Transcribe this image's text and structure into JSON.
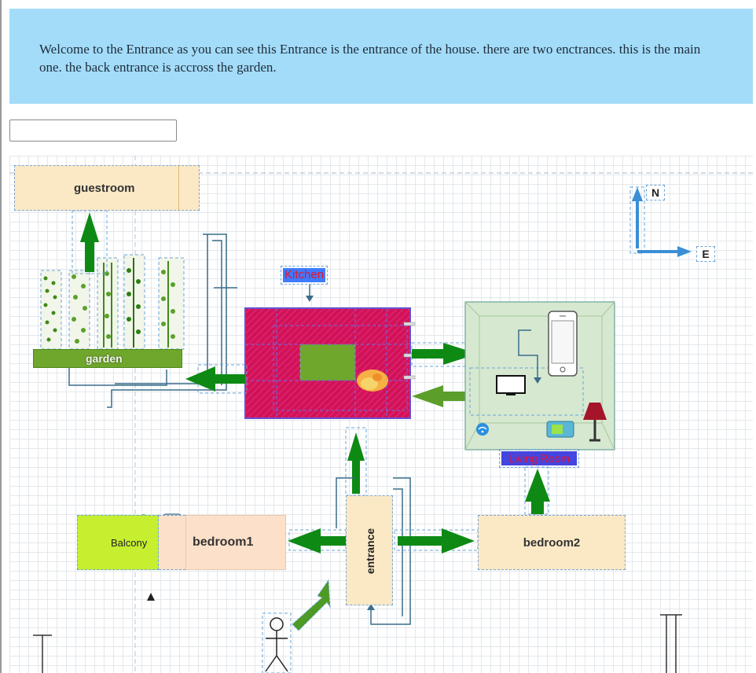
{
  "info": {
    "text": "Welcome to the Entrance as you can see this Entrance is the entrance of the house. there are two enctrances. this is the main one. the back entrance is accross the garden."
  },
  "answer_input": {
    "value": "",
    "placeholder": ""
  },
  "floorplan": {
    "rooms": {
      "guestroom": "guestroom",
      "garden": "garden",
      "kitchen": "Kitchen",
      "living_room": "Living Room",
      "balcony": "Balcony",
      "bedroom1": "bedroom1",
      "bedroom2": "bedroom2",
      "entrance": "entrance"
    },
    "compass": {
      "north": "N",
      "east": "E"
    }
  },
  "colors": {
    "info_background": "#a3dcf9",
    "arrow_green": "#0e8a14",
    "kitchen_magenta": "#d1125a",
    "living_room_green": "#d6e8d0",
    "garden_green": "#6fa62c",
    "balcony_lime": "#c6ef2f",
    "room_beige": "#fbe9c6",
    "bedroom1_peach": "#fde0c9",
    "compass_blue": "#3a8fd6"
  },
  "icons": [
    "plant-icon",
    "stove-icon",
    "fire-icon",
    "smartphone-icon",
    "tv-icon",
    "lamp-icon",
    "wifi-icon",
    "router-icon",
    "stick-figure-icon",
    "pillar-icon",
    "door-icon"
  ]
}
